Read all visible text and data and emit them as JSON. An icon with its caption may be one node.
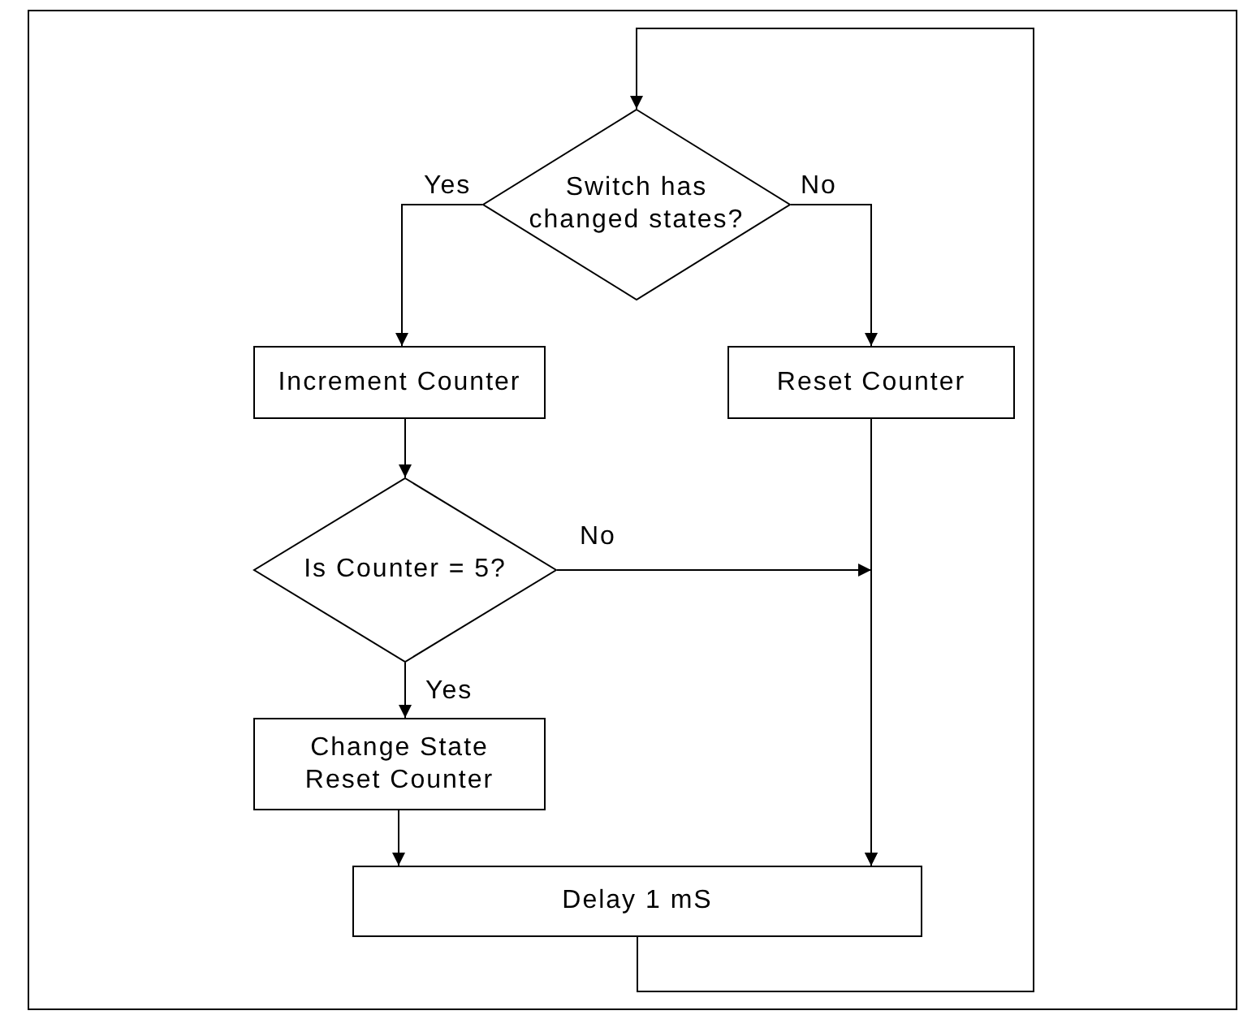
{
  "diagram": {
    "nodes": [
      {
        "text": [
          "Switch has changed states?"
        ]
      },
      {
        "text": [
          "Increment Counter"
        ]
      },
      {
        "text": [
          "Reset Counter"
        ]
      },
      {
        "text": [
          "Is Counter = 5?"
        ]
      },
      {
        "text": [
          "Change State",
          "Reset Counter"
        ]
      },
      {
        "text": [
          "Delay 1 mS"
        ]
      }
    ],
    "edges": [
      {
        "from": 0,
        "to": 1,
        "arrow": "to",
        "label": "Yes"
      },
      {
        "from": 0,
        "to": 2,
        "arrow": "to",
        "label": "No"
      },
      {
        "from": 1,
        "to": 3,
        "arrow": "to"
      },
      {
        "from": 3,
        "to": 5,
        "arrow": "to",
        "label": "No"
      },
      {
        "from": 3,
        "to": 4,
        "arrow": "to",
        "label": "Yes"
      },
      {
        "from": 2,
        "to": 5,
        "arrow": "to"
      },
      {
        "from": 4,
        "to": 5,
        "arrow": "to"
      },
      {
        "from": 5,
        "to": 0,
        "arrow": "to"
      }
    ]
  }
}
